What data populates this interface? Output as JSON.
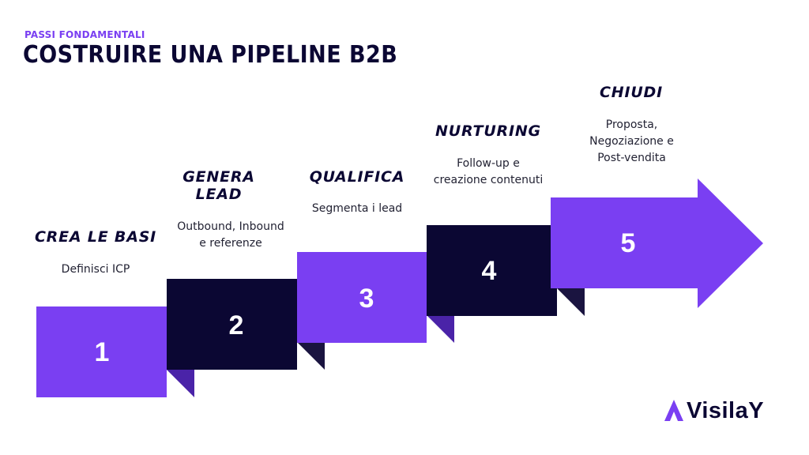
{
  "kicker": "PASSI FONDAMENTALI",
  "title": "COSTRUIRE UNA PIPELINE B2B",
  "colors": {
    "purple": "#7a3ff2",
    "navy": "#0b0733",
    "fold_purple": "#4a23a8",
    "fold_navy": "#1a1440"
  },
  "steps": [
    {
      "number": "1",
      "title": "CREA LE BASI",
      "desc": [
        "Definisci ICP"
      ]
    },
    {
      "number": "2",
      "title": "GENERA LEAD",
      "desc": [
        "Outbound, Inbound",
        "e referenze"
      ]
    },
    {
      "number": "3",
      "title": "QUALIFICA",
      "desc": [
        "Segmenta i lead"
      ]
    },
    {
      "number": "4",
      "title": "NURTURING",
      "desc": [
        "Follow-up e",
        "creazione contenuti"
      ]
    },
    {
      "number": "5",
      "title": "CHIUDI",
      "desc": [
        "Proposta,",
        "Negoziazione e",
        "Post-vendita"
      ]
    }
  ],
  "logo": {
    "text": "VisilaY",
    "icon": "visilay-a-icon"
  }
}
